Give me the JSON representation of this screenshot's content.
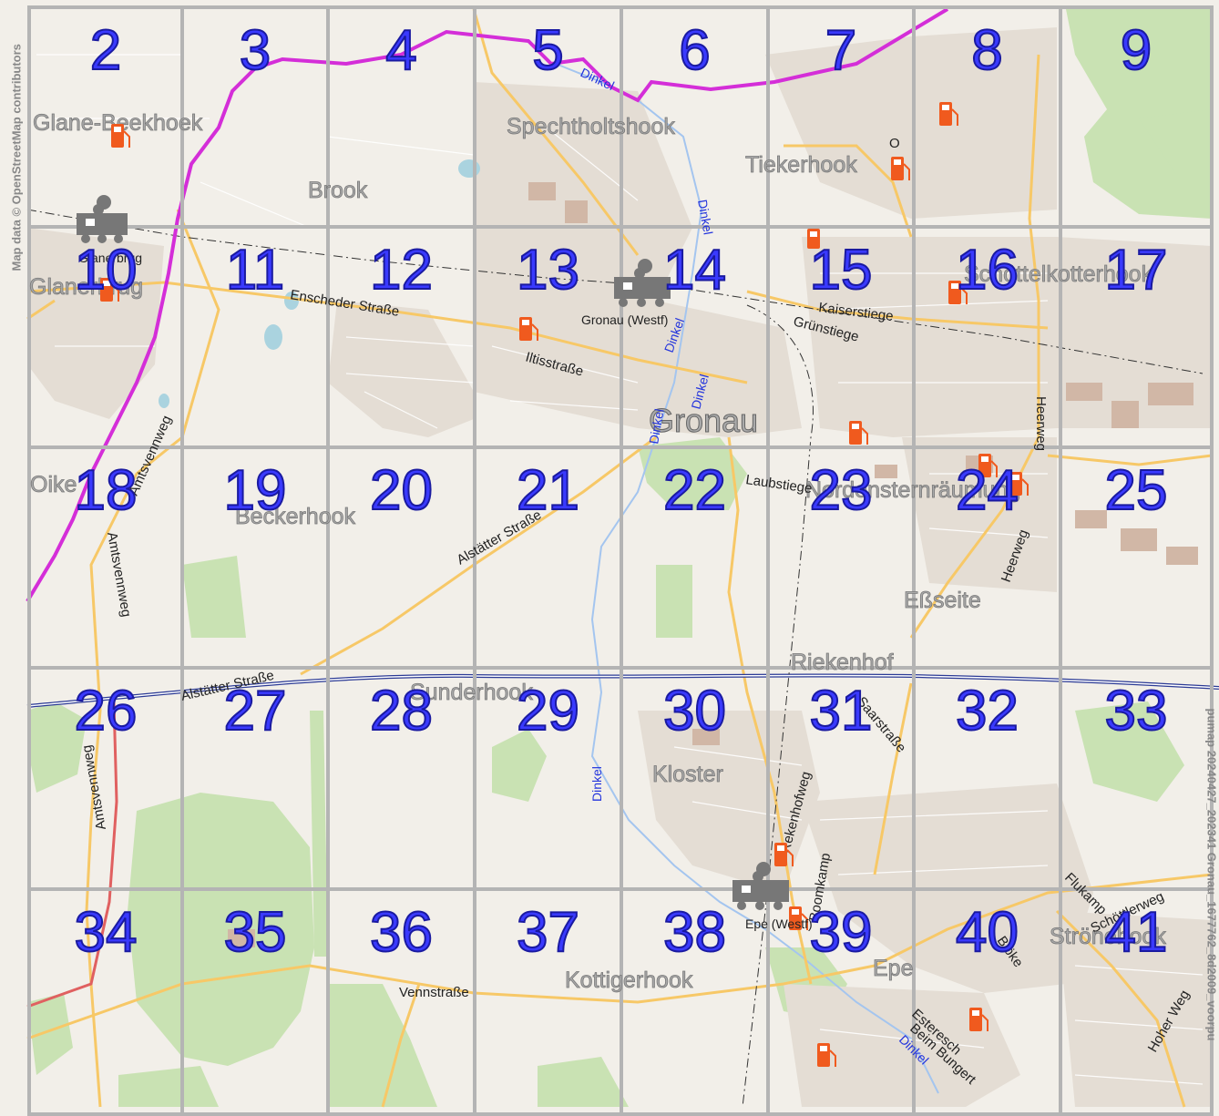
{
  "attribution": "Map data © OpenStreetMap contributors",
  "pumap_label": "pumap 20240427_202341 Gronau_1677762_8d2009_voorpu",
  "grid": {
    "columns": 8,
    "rows": 5,
    "cells": [
      "2",
      "3",
      "4",
      "5",
      "6",
      "7",
      "8",
      "9",
      "10",
      "11",
      "12",
      "13",
      "14",
      "15",
      "16",
      "17",
      "18",
      "19",
      "20",
      "21",
      "22",
      "23",
      "24",
      "25",
      "26",
      "27",
      "28",
      "29",
      "30",
      "31",
      "32",
      "33",
      "34",
      "35",
      "36",
      "37",
      "38",
      "39",
      "40",
      "41"
    ]
  },
  "places": {
    "glane_beekhoek": "Glane-Beekhoek",
    "brook": "Brook",
    "spechtholtshook": "Spechtholtshook",
    "tiekerhook": "Tiekerhook",
    "glanerbrug_station": "Glanerbrug",
    "glanerbrug": "Glanerbrug",
    "schoettelkotterhook": "Schöttelkotterhook",
    "gronau": "Gronau",
    "oike": "Oike",
    "beckerhook": "Beckerhook",
    "nordensternraeuming": "Nordensternräumung",
    "esseite": "Eßseite",
    "riekenhof": "Riekenhof",
    "sunderhook": "Sunderhook",
    "kloster": "Kloster",
    "epe": "Epe",
    "kottigerhook": "Kottigerhook",
    "stroenehook": "Strönehook"
  },
  "streets": {
    "enscheder": "Enscheder Straße",
    "kaiserstiege": "Kaiserstiege",
    "gruenstiege": "Grünstiege",
    "iltisstrasse": "Iltisstraße",
    "amtsvennweg_top": "Amtsvennweg",
    "amtsvennweg_mid": "Amtsvennweg",
    "amtsvennweg_bottom": "Amtsvennweg",
    "alstaetter_1": "Alstätter Straße",
    "alstaetter_2": "Alstätter Straße",
    "laubstiege": "Laubstiege",
    "heerweg_1": "Heerweg",
    "heerweg_2": "Heerweg",
    "saarstrasse": "Saarstraße",
    "rekenhofweg": "Rekenhofweg",
    "boomkamp": "Boomkamp",
    "vennstrasse": "Vennstraße",
    "esteresch": "Esteresch",
    "beim_bungert": "Beim Bungert",
    "bloeke": "Blöke",
    "fluekamp": "Flukamp",
    "schoettlerweg": "Schöttlerweg",
    "hoher_weg": "Hoher Weg",
    "o": "O"
  },
  "rivers": {
    "dinkel_1": "Dinkel",
    "dinkel_2": "Dinkel",
    "dinkel_3": "Dinkel",
    "dinkel_4": "Dinkel",
    "dinkel_5": "Dinkel",
    "dinkel_6": "Dinkel",
    "dinkel_7": "Dinkel"
  },
  "stations": {
    "gronau": "Gronau (Westf)",
    "epe": "Epe (Westf)"
  },
  "icons": {
    "fuel": "fuel-station-icon",
    "train": "train-station-icon"
  },
  "colors": {
    "background": "#f2efe9",
    "grid": "#b4b4b4",
    "cell_number": "#3a3aff",
    "border": "#d42ed8",
    "road": "#f7c867",
    "forest": "#b9d7a1",
    "fuel": "#f05a1e",
    "river": "#a4c5ef",
    "motorway": "#2b3a95"
  }
}
